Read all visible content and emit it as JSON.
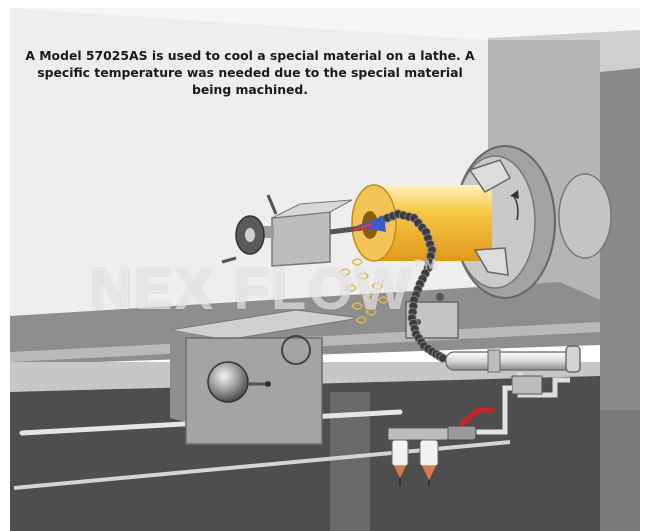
{
  "caption": "A Model 57025AS is used to cool a special material on a lathe. A specific temperature was needed due to the special material being machined.",
  "watermark": {
    "text": "NEX FLOW",
    "mark": "TM"
  },
  "colors": {
    "wall": "#efefef",
    "machine_gray": "#a9a9a9",
    "machine_dark": "#565656",
    "workpiece": "#f5b72e",
    "coolant_hose": "#3c3c3c",
    "valve_handle": "#cc2222",
    "cold_tip": "#d97a4a"
  },
  "icons": {
    "handwheel": "handwheel-icon",
    "ball_handle": "ball-handle-icon",
    "rotation_arrow": "rotation-arrow-icon"
  }
}
